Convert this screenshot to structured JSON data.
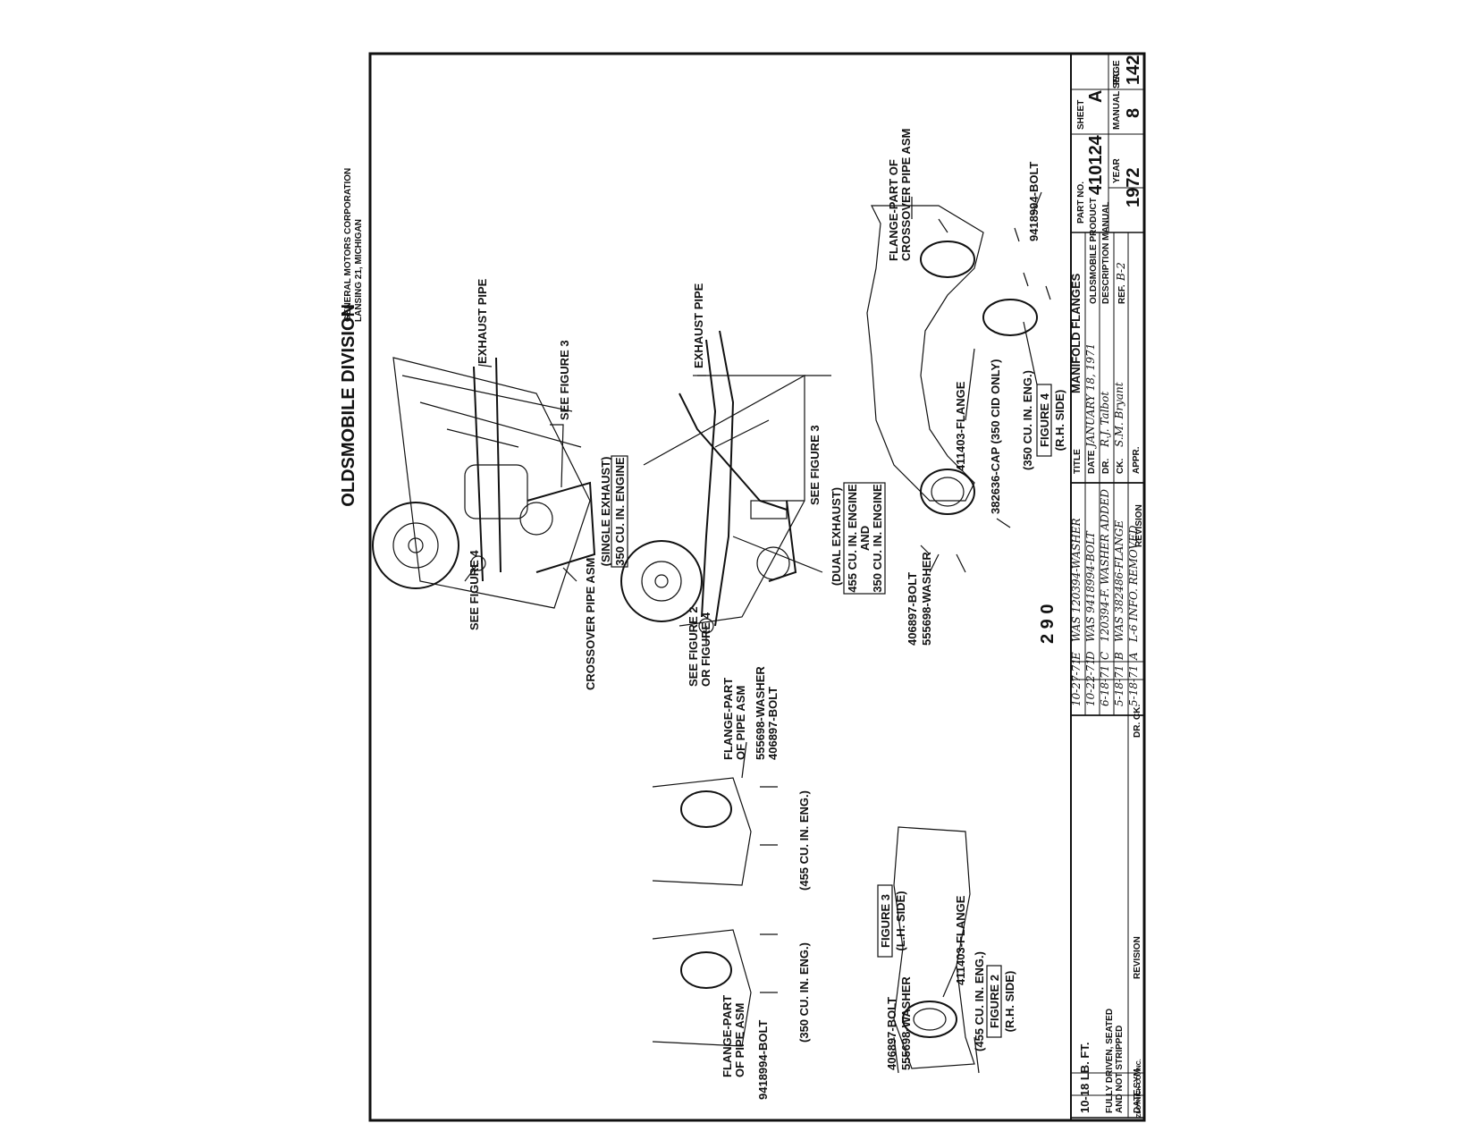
{
  "header": {
    "division": "OLDSMOBILE DIVISION",
    "corporation": "GENERAL MOTORS CORPORATION",
    "location": "LANSING 21, MICHIGAN"
  },
  "figure1": {
    "exhaust_pipe": "EXHAUST PIPE",
    "see_figure_3": "SEE FIGURE 3",
    "see_figure_4": "SEE FIGURE 4",
    "crossover": "CROSSOVER PIPE ASM",
    "caption_1": "(SINGLE EXHAUST)",
    "caption_2": "350 CU. IN. ENGINE"
  },
  "figure_dual": {
    "exhaust_pipe": "EXHAUST PIPE",
    "see_figure_3": "SEE FIGURE 3",
    "see_figure_2": "SEE FIGURE 2",
    "or_figure_4": "OR FIGURE 4",
    "caption_1": "(DUAL EXHAUST)",
    "caption_2": "455 CU. IN. ENGINE",
    "caption_3": "AND",
    "caption_4": "350 CU. IN. ENGINE"
  },
  "figure4": {
    "flange_crossover_1": "FLANGE-PART OF",
    "flange_crossover_2": "CROSSOVER PIPE ASM",
    "bolt": "9418994-BOLT",
    "flange": "411403-FLANGE",
    "cap": "382636-CAP (350 CID ONLY)",
    "bolt2": "406897-BOLT",
    "washer": "555698-WASHER",
    "engine": "(350 CU. IN. ENG.)",
    "figure": "FIGURE 4",
    "side": "(R.H. SIDE)"
  },
  "figure3": {
    "flange_1": "FLANGE-PART",
    "flange_2": "OF PIPE ASM",
    "washer": "555698-WASHER",
    "bolt": "406897-BOLT",
    "engine_455": "(455 CU. IN. ENG.)",
    "figure": "FIGURE 3",
    "side": "(L.H. SIDE)",
    "engine_350": "(350 CU. IN. ENG.)",
    "flange_left_1": "FLANGE-PART",
    "flange_left_2": "OF PIPE ASM",
    "bolt_left": "9418994-BOLT"
  },
  "figure2": {
    "flange": "411403-FLANGE",
    "bolt": "406897-BOLT",
    "washer": "555698-WASHER",
    "engine": "(455 CU. IN. ENG.)",
    "figure": "FIGURE 2",
    "side": "(R.H. SIDE)"
  },
  "notes": {
    "torque": "10-18 LB. FT.",
    "driven_1": "FULLY DRIVEN, SEATED",
    "driven_2": "AND NOT STRIPPED"
  },
  "page_code": "2 9 0",
  "revisions": [
    {
      "date": "10-27-71",
      "sym": "E",
      "text": "WAS 120394-WASHER"
    },
    {
      "date": "10-22-71",
      "sym": "D",
      "text": "WAS 9418994-BOLT"
    },
    {
      "date": "6-18-71",
      "sym": "C",
      "text": "120394-F. WASHER ADDED"
    },
    {
      "date": "5-18-71",
      "sym": "B",
      "text": "WAS 382486-FLANGE"
    },
    {
      "date": "5-18-71",
      "sym": "A",
      "text": "L-6 INFO. REMOVED"
    }
  ],
  "revision_headers": {
    "date": "DATE",
    "sym": "SYM",
    "revision": "REVISION",
    "dr": "DR.",
    "ck": "CK."
  },
  "title_block": {
    "title_label": "TITLE",
    "title": "MANIFOLD FLANGES",
    "date_label": "DATE",
    "date": "JANUARY 18, 1971",
    "dr_label": "DR.",
    "dr": "R.J. Talbot",
    "ck_label": "CK.",
    "ck": "S.M. Bryant",
    "appr_label": "APPR.",
    "product": "OLDSMOBILE PRODUCT",
    "manual": "DESCRIPTION MANUAL",
    "ref_label": "REF.",
    "ref": "B-2",
    "part_label": "PART NO.",
    "part": "410124",
    "sheet_label": "SHEET",
    "sheet": "A",
    "year_label": "YEAR",
    "year": "1972",
    "manual_sec_label": "MANUAL SEC.",
    "manual_sec": "8",
    "page_label": "PAGE",
    "page": "142"
  },
  "footer_mark": "ZLOTNICK CO. INC."
}
